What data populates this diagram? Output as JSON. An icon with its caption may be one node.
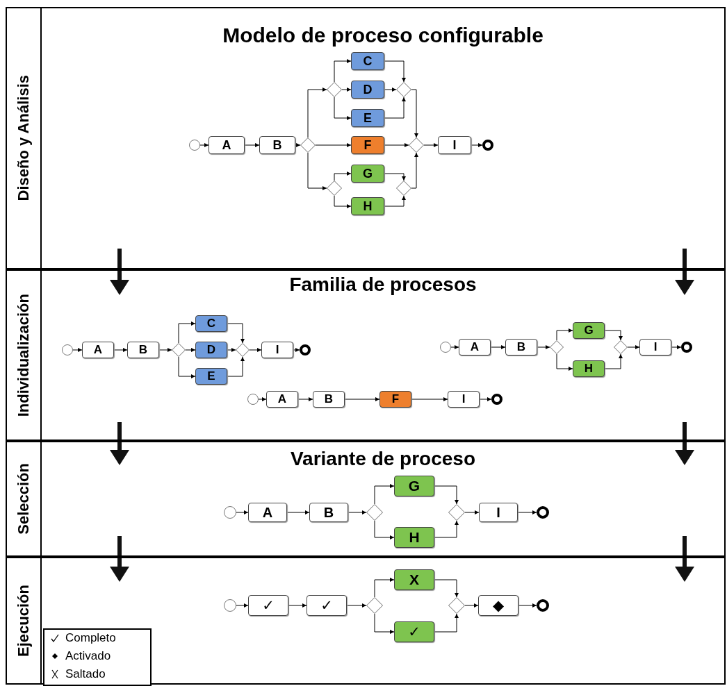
{
  "diagram": {
    "nodes": [
      {
        "text": [
          "Diseño y Análisis",
          "Modelo de proceso configurable"
        ]
      },
      {
        "text": [],
        "shape": "circle",
        "in": 0
      },
      {
        "text": [
          "A"
        ],
        "in": 0
      },
      {
        "text": [
          "B"
        ],
        "in": 0
      },
      {
        "text": [],
        "shape": "diamond",
        "in": 0
      },
      {
        "text": [],
        "shape": "diamond",
        "in": 0
      },
      {
        "text": [
          "C"
        ],
        "in": 0
      },
      {
        "text": [
          "D"
        ],
        "in": 0
      },
      {
        "text": [
          "E"
        ],
        "in": 0
      },
      {
        "text": [],
        "shape": "diamond",
        "in": 0
      },
      {
        "text": [
          "F"
        ],
        "in": 0
      },
      {
        "text": [],
        "shape": "diamond",
        "in": 0
      },
      {
        "text": [
          "G"
        ],
        "in": 0
      },
      {
        "text": [
          "H"
        ],
        "in": 0
      },
      {
        "text": [],
        "shape": "diamond",
        "in": 0
      },
      {
        "text": [],
        "shape": "diamond",
        "in": 0
      },
      {
        "text": [
          "I"
        ],
        "in": 0
      },
      {
        "text": [],
        "shape": "circle",
        "in": 0
      },
      {
        "text": [
          "Individualización",
          "Familia de procesos"
        ]
      },
      {
        "text": [],
        "shape": "circle",
        "in": 18
      },
      {
        "text": [
          "A"
        ],
        "in": 18
      },
      {
        "text": [
          "B"
        ],
        "in": 18
      },
      {
        "text": [],
        "shape": "diamond",
        "in": 18
      },
      {
        "text": [
          "C"
        ],
        "in": 18
      },
      {
        "text": [
          "D"
        ],
        "in": 18
      },
      {
        "text": [
          "E"
        ],
        "in": 18
      },
      {
        "text": [],
        "shape": "diamond",
        "in": 18
      },
      {
        "text": [
          "I"
        ],
        "in": 18
      },
      {
        "text": [],
        "shape": "circle",
        "in": 18
      },
      {
        "text": [],
        "shape": "circle",
        "in": 18
      },
      {
        "text": [
          "A"
        ],
        "in": 18
      },
      {
        "text": [
          "B"
        ],
        "in": 18
      },
      {
        "text": [],
        "shape": "diamond",
        "in": 18
      },
      {
        "text": [
          "G"
        ],
        "in": 18
      },
      {
        "text": [
          "H"
        ],
        "in": 18
      },
      {
        "text": [],
        "shape": "diamond",
        "in": 18
      },
      {
        "text": [
          "I"
        ],
        "in": 18
      },
      {
        "text": [],
        "shape": "circle",
        "in": 18
      },
      {
        "text": [],
        "shape": "circle",
        "in": 18
      },
      {
        "text": [
          "A"
        ],
        "in": 18
      },
      {
        "text": [
          "B"
        ],
        "in": 18
      },
      {
        "text": [
          "F"
        ],
        "in": 18
      },
      {
        "text": [
          "I"
        ],
        "in": 18
      },
      {
        "text": [],
        "shape": "circle",
        "in": 18
      },
      {
        "text": [
          "Selección",
          "Variante de proceso"
        ]
      },
      {
        "text": [],
        "shape": "circle",
        "in": 44
      },
      {
        "text": [
          "A"
        ],
        "in": 44
      },
      {
        "text": [
          "B"
        ],
        "in": 44
      },
      {
        "text": [],
        "shape": "diamond",
        "in": 44
      },
      {
        "text": [
          "G"
        ],
        "in": 44
      },
      {
        "text": [
          "H"
        ],
        "in": 44
      },
      {
        "text": [],
        "shape": "diamond",
        "in": 44
      },
      {
        "text": [
          "I"
        ],
        "in": 44
      },
      {
        "text": [],
        "shape": "circle",
        "in": 44
      },
      {
        "text": [
          "Ejecución"
        ]
      },
      {
        "text": [],
        "shape": "circle",
        "in": 54
      },
      {
        "text": [
          "✓"
        ],
        "in": 54
      },
      {
        "text": [
          "✓"
        ],
        "in": 54
      },
      {
        "text": [],
        "shape": "diamond",
        "in": 54
      },
      {
        "text": [
          "X"
        ],
        "in": 54
      },
      {
        "text": [
          "✓"
        ],
        "in": 54
      },
      {
        "text": [],
        "shape": "diamond",
        "in": 54
      },
      {
        "text": [
          "◆"
        ],
        "in": 54
      },
      {
        "text": [],
        "shape": "circle",
        "in": 54
      }
    ],
    "edges": [
      {
        "from": 1,
        "to": 2,
        "arrow": "to"
      },
      {
        "from": 2,
        "to": 3,
        "arrow": "to"
      },
      {
        "from": 3,
        "to": 4,
        "arrow": "to"
      },
      {
        "from": 4,
        "to": 5,
        "arrow": "to"
      },
      {
        "from": 5,
        "to": 6,
        "arrow": "to"
      },
      {
        "from": 5,
        "to": 7,
        "arrow": "to"
      },
      {
        "from": 5,
        "to": 8,
        "arrow": "to"
      },
      {
        "from": 6,
        "to": 9,
        "arrow": "to"
      },
      {
        "from": 7,
        "to": 9,
        "arrow": "to"
      },
      {
        "from": 8,
        "to": 9,
        "arrow": "to"
      },
      {
        "from": 4,
        "to": 10,
        "arrow": "to"
      },
      {
        "from": 4,
        "to": 11,
        "arrow": "to"
      },
      {
        "from": 11,
        "to": 12,
        "arrow": "to"
      },
      {
        "from": 11,
        "to": 13,
        "arrow": "to"
      },
      {
        "from": 12,
        "to": 14,
        "arrow": "to"
      },
      {
        "from": 13,
        "to": 14,
        "arrow": "to"
      },
      {
        "from": 9,
        "to": 15,
        "arrow": "to"
      },
      {
        "from": 10,
        "to": 15,
        "arrow": "to"
      },
      {
        "from": 14,
        "to": 15,
        "arrow": "to"
      },
      {
        "from": 15,
        "to": 16,
        "arrow": "to"
      },
      {
        "from": 16,
        "to": 17,
        "arrow": "to"
      },
      {
        "from": 19,
        "to": 20,
        "arrow": "to"
      },
      {
        "from": 20,
        "to": 21,
        "arrow": "to"
      },
      {
        "from": 21,
        "to": 22,
        "arrow": "to"
      },
      {
        "from": 22,
        "to": 23,
        "arrow": "to"
      },
      {
        "from": 22,
        "to": 24,
        "arrow": "to"
      },
      {
        "from": 22,
        "to": 25,
        "arrow": "to"
      },
      {
        "from": 23,
        "to": 26,
        "arrow": "to"
      },
      {
        "from": 24,
        "to": 26,
        "arrow": "to"
      },
      {
        "from": 25,
        "to": 26,
        "arrow": "to"
      },
      {
        "from": 26,
        "to": 27,
        "arrow": "to"
      },
      {
        "from": 27,
        "to": 28,
        "arrow": "to"
      },
      {
        "from": 29,
        "to": 30,
        "arrow": "to"
      },
      {
        "from": 30,
        "to": 31,
        "arrow": "to"
      },
      {
        "from": 31,
        "to": 32,
        "arrow": "to"
      },
      {
        "from": 32,
        "to": 33,
        "arrow": "to"
      },
      {
        "from": 32,
        "to": 34,
        "arrow": "to"
      },
      {
        "from": 33,
        "to": 35,
        "arrow": "to"
      },
      {
        "from": 34,
        "to": 35,
        "arrow": "to"
      },
      {
        "from": 35,
        "to": 36,
        "arrow": "to"
      },
      {
        "from": 36,
        "to": 37,
        "arrow": "to"
      },
      {
        "from": 38,
        "to": 39,
        "arrow": "to"
      },
      {
        "from": 39,
        "to": 40,
        "arrow": "to"
      },
      {
        "from": 40,
        "to": 41,
        "arrow": "to"
      },
      {
        "from": 41,
        "to": 42,
        "arrow": "to"
      },
      {
        "from": 42,
        "to": 43,
        "arrow": "to"
      },
      {
        "from": 45,
        "to": 46,
        "arrow": "to"
      },
      {
        "from": 46,
        "to": 47,
        "arrow": "to"
      },
      {
        "from": 47,
        "to": 48,
        "arrow": "to"
      },
      {
        "from": 48,
        "to": 49,
        "arrow": "to"
      },
      {
        "from": 48,
        "to": 50,
        "arrow": "to"
      },
      {
        "from": 49,
        "to": 51,
        "arrow": "to"
      },
      {
        "from": 50,
        "to": 51,
        "arrow": "to"
      },
      {
        "from": 51,
        "to": 52,
        "arrow": "to"
      },
      {
        "from": 52,
        "to": 53,
        "arrow": "to"
      },
      {
        "from": 55,
        "to": 56,
        "arrow": "to"
      },
      {
        "from": 56,
        "to": 57,
        "arrow": "to"
      },
      {
        "from": 57,
        "to": 58,
        "arrow": "to"
      },
      {
        "from": 58,
        "to": 59,
        "arrow": "to"
      },
      {
        "from": 58,
        "to": 60,
        "arrow": "to"
      },
      {
        "from": 59,
        "to": 61,
        "arrow": "to"
      },
      {
        "from": 60,
        "to": 61,
        "arrow": "to"
      },
      {
        "from": 61,
        "to": 62,
        "arrow": "to"
      },
      {
        "from": 62,
        "to": 63,
        "arrow": "to"
      }
    ],
    "legend": [
      {
        "text": "Completo"
      },
      {
        "text": "Activado"
      },
      {
        "text": "Saltado"
      }
    ]
  }
}
